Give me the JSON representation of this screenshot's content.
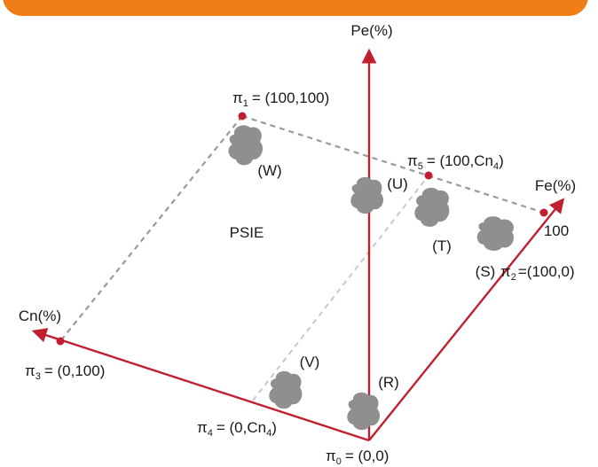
{
  "axes": {
    "pe": "Pe(%)",
    "fe": "Fe(%)",
    "cn": "Cn(%)"
  },
  "fe_tick": "100",
  "region_label": "PSIE",
  "points": [
    {
      "id": "p0",
      "sym": "π",
      "sub": "0",
      "coord": "= (0,0)"
    },
    {
      "id": "p1",
      "sym": "π",
      "sub": "1",
      "coord": "= (100,100)"
    },
    {
      "id": "p2",
      "sym": "π",
      "sub": "2",
      "coord": "=(100,0)"
    },
    {
      "id": "p3",
      "sym": "π",
      "sub": "3",
      "coord": "= (0,100)"
    },
    {
      "id": "p4",
      "sym": "π",
      "sub": "4",
      "coord": "= (0,Cn",
      "coord_sub": "4",
      "coord_end": ")"
    },
    {
      "id": "p5",
      "sym": "π",
      "sub": "5",
      "coord": "= (100,Cn",
      "coord_sub": "4",
      "coord_end": ")"
    }
  ],
  "clusters": [
    "(R)",
    "(S)",
    "(T)",
    "(U)",
    "(V)",
    "(W)"
  ],
  "colors": {
    "axis": "#c0202e",
    "dashed_outer": "#9a9a9a",
    "dashed_inner": "#c8c8c8",
    "cluster": "#8f8f8f",
    "header": "#f07d16"
  }
}
